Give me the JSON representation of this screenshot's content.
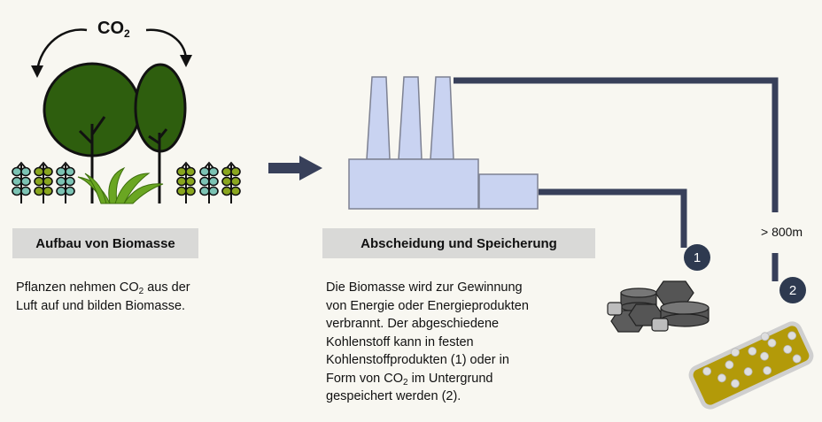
{
  "co2_top": {
    "main": "CO",
    "sub": "2"
  },
  "left": {
    "label": "Aufbau von Biomasse",
    "text_pre": "Pflanzen nehmen CO",
    "text_sub": "2",
    "text_post": " aus der\nLuft auf und bilden Biomasse."
  },
  "center": {
    "label": "Abscheidung und Speicherung",
    "text_pre": "Die Biomasse wird zur Gewinnung\nvon Energie oder Energieprodukten\nverbrannt. Der abgeschiedene\nKohlenstoff kann in festen\nKohlenstoffprodukten (1) oder in\nForm von CO",
    "text_sub": "2",
    "text_post": " im Untergrund\ngespeichert werden (2)."
  },
  "depth_label": "> 800m",
  "badges": {
    "one": "1",
    "two": "2"
  },
  "colors": {
    "background": "#f8f7f1",
    "tree": "#2e5e0e",
    "factory": "#c9d3f1",
    "pipe": "#38405a",
    "badge": "#2e3a50",
    "storage": "#b39a09",
    "label_box": "#d9d9d7"
  },
  "icons": [
    "cycle-arrow-left-icon",
    "cycle-arrow-right-icon",
    "tree-icon",
    "flower-icon",
    "grass-icon",
    "process-arrow-icon",
    "factory-icon",
    "pipe-icon",
    "carbon-product-icon",
    "underground-storage-icon"
  ]
}
